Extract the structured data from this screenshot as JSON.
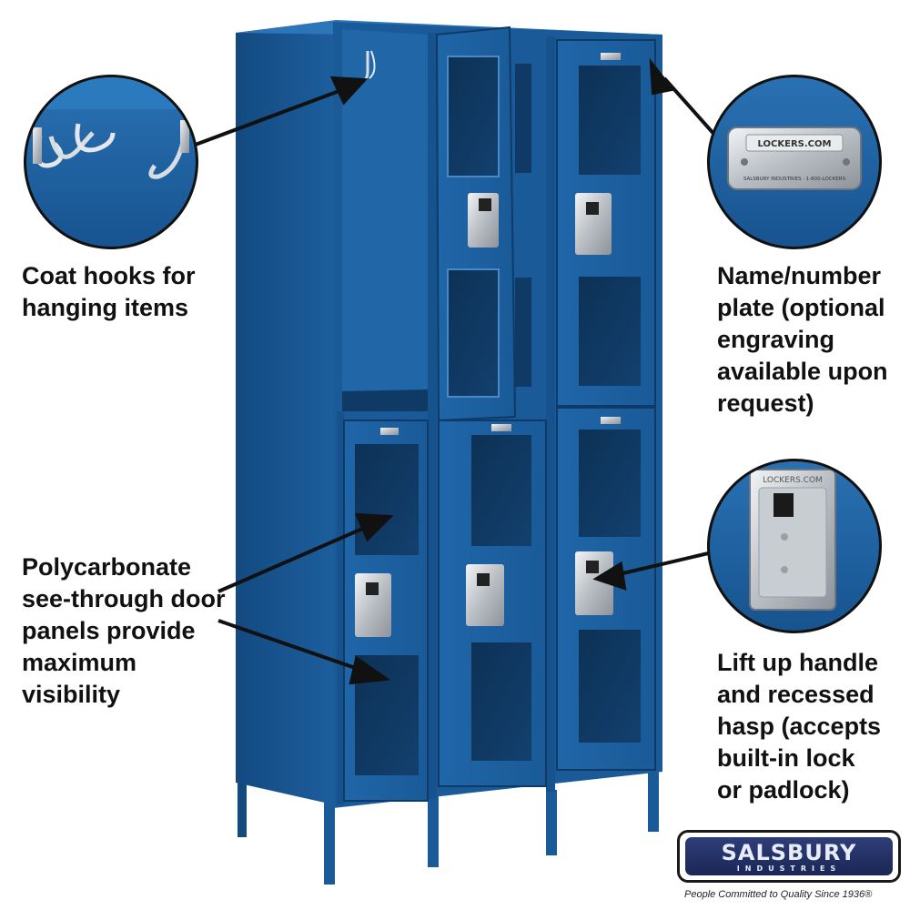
{
  "callouts": {
    "hooks": {
      "line1": "Coat hooks for",
      "line2": "hanging items"
    },
    "panels": {
      "line1": "Polycarbonate",
      "line2": "see-through door",
      "line3": "panels provide",
      "line4": "maximum",
      "line5": "visibility"
    },
    "plate": {
      "line1": "Name/number",
      "line2": "plate (optional",
      "line3": "engraving",
      "line4": "available upon",
      "line5": "request)"
    },
    "handle": {
      "line1": "Lift up handle",
      "line2": "and recessed",
      "line3": "hasp (accepts",
      "line4": "built-in lock",
      "line5": "or padlock)"
    }
  },
  "plate_text": {
    "top": "LOCKERS.COM",
    "bottom": "SALSBURY INDUSTRIES · 1-800-LOCKERS"
  },
  "handle_plate_text": "LOCKERS.COM",
  "brand": {
    "name": "SALSBURY",
    "sub": "INDUSTRIES",
    "tagline": "People Committed to Quality Since 1936®"
  },
  "colors": {
    "locker_blue": "#1f5f9c",
    "locker_dark": "#0f3a66",
    "background": "#ffffff",
    "text": "#111111"
  }
}
